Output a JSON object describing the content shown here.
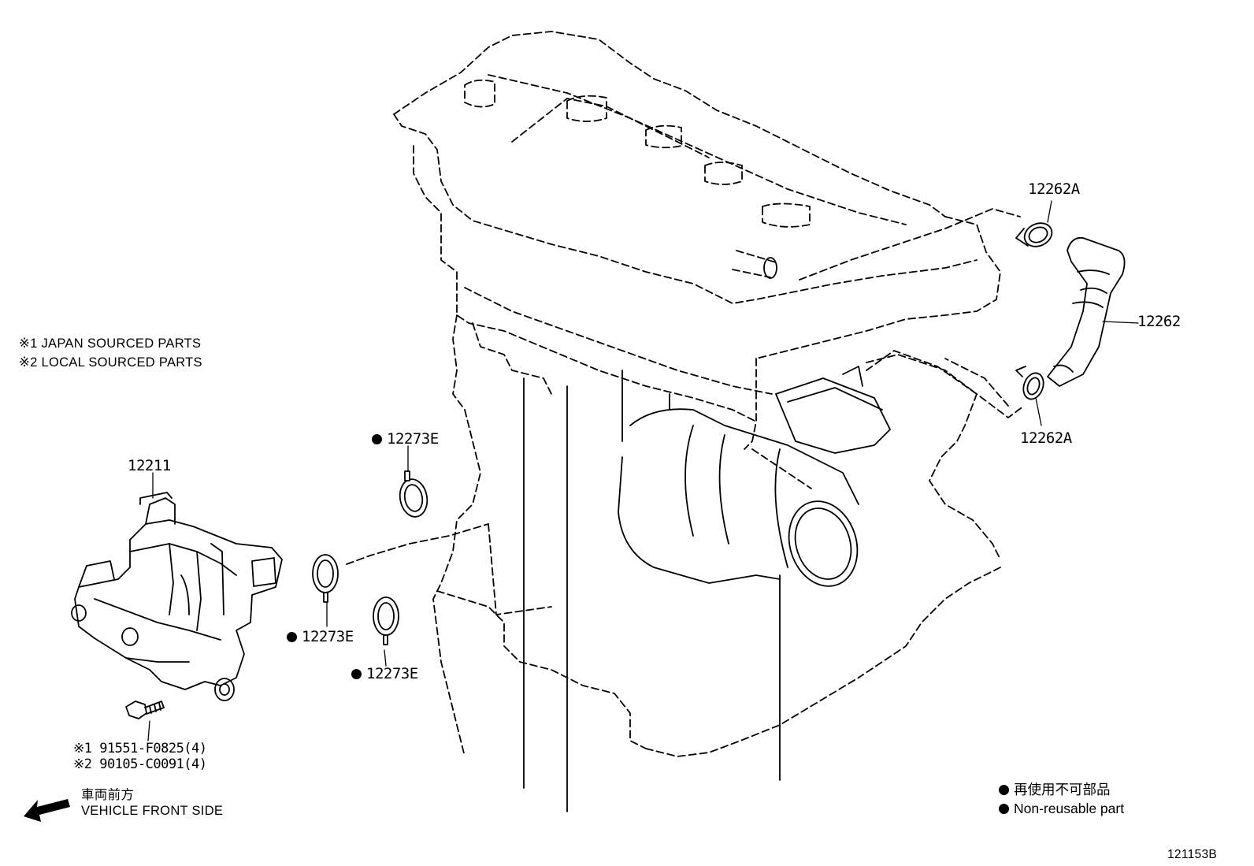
{
  "notes": {
    "japan_sourced": "※1 JAPAN SOURCED PARTS",
    "local_sourced": "※2 LOCAL SOURCED PARTS"
  },
  "parts": {
    "p12211": "12211",
    "p12262": "12262",
    "p12262a_top": "12262A",
    "p12262a_bottom": "12262A",
    "p12273e_upper": "12273E",
    "p12273e_middle": "12273E",
    "p12273e_lower": "12273E",
    "bolt_japan": "※1 91551-F0825(4)",
    "bolt_local": "※2 90105-C0091(4)"
  },
  "direction": {
    "japanese": "車両前方",
    "english": "VEHICLE FRONT SIDE"
  },
  "legend": {
    "non_reusable_japanese": "再使用不可部品",
    "non_reusable_english": "Non-reusable part"
  },
  "figure_id": "121153B",
  "icons": {
    "non_reusable_marker": "filled-circle",
    "front_direction": "arrow-left"
  }
}
